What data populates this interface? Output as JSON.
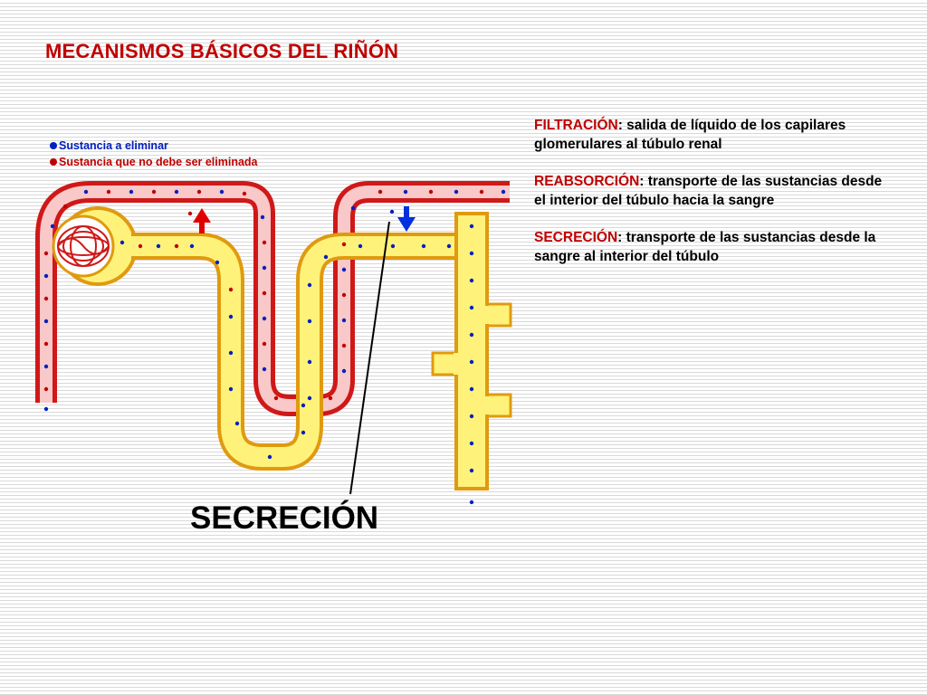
{
  "title": "MECANISMOS BÁSICOS DEL RIÑÓN",
  "legend": [
    {
      "label": "Sustancia a eliminar",
      "color": "#0020c0"
    },
    {
      "label": "Sustancia que no debe ser eliminada",
      "color": "#c00000"
    }
  ],
  "definitions": [
    {
      "term": "FILTRACIÓN",
      "text": ": salida de líquido de los capilares glomerulares al túbulo renal"
    },
    {
      "term": "REABSORCIÓN",
      "text": ": transporte de las sustancias desde el interior del túbulo hacia la sangre"
    },
    {
      "term": "SECRECIÓN",
      "text": ": transporte de las sustancias desde la sangre al interior del túbulo"
    }
  ],
  "highlight_label": "SECRECIÓN",
  "colors": {
    "capillary": "#d01818",
    "capillary_inner": "#f9c8c8",
    "tubule_border": "#e09a10",
    "tubule_fill": "#fff27a",
    "substance_eliminate": "#0020c0",
    "substance_keep": "#c00000",
    "reabsorption_arrow": "#e00000",
    "secretion_arrow": "#0030e0"
  }
}
